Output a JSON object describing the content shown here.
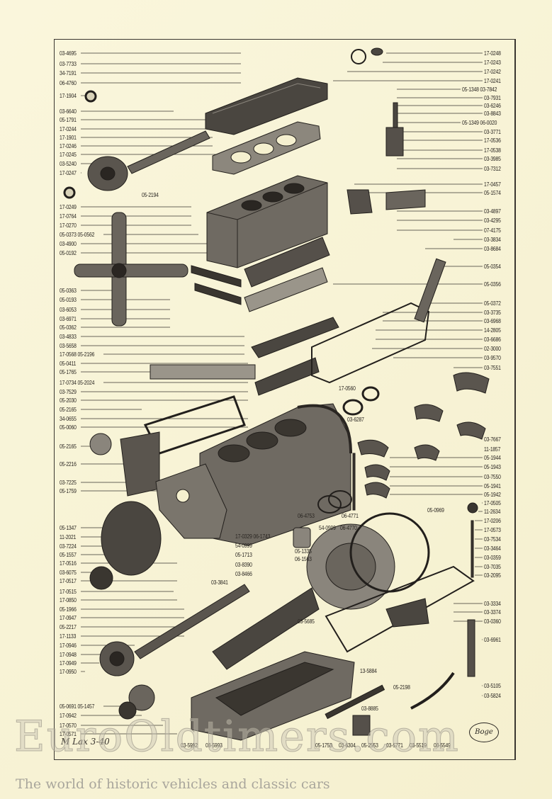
{
  "diagram": {
    "left_labels": [
      "03-4695",
      "03-7733",
      "34-7191",
      "06-4760",
      "17-1904",
      "03-6640",
      "05-1791",
      "17-0244",
      "17-1901",
      "17-0246",
      "17-0245",
      "03-5240",
      "17-0247",
      "17-0249",
      "17-0764",
      "17-0270",
      "05-0373 05-0562",
      "03-4900",
      "05-0192",
      "05-0363",
      "05-0193",
      "03-6053",
      "03-6971",
      "05-0362",
      "03-4833",
      "03-5658",
      "17-0568 05-2196",
      "05-0411",
      "05-1765",
      "17-0734 05-2024",
      "03-7529",
      "05-2030",
      "05-2165",
      "34-0655",
      "05-0060",
      "05-2165",
      "05-2216",
      "03-7225",
      "05-1759",
      "05-1347",
      "11-2021",
      "03-7224",
      "05-1557",
      "17-0516",
      "03-6075",
      "17-0517",
      "17-0515",
      "17-0850",
      "05-1966",
      "17-0947",
      "05-2217",
      "17-1133",
      "17-0946",
      "17-0948",
      "17-0949",
      "17-0950",
      "05-0691 05-1457",
      "17-0942",
      "17-0570",
      "17-0571"
    ],
    "right_labels": [
      "17-0248",
      "17-0243",
      "17-0242",
      "17-0241",
      "05-1348 03-7842",
      "03-7931",
      "03-6246",
      "03-8843",
      "05-1349 06-0020",
      "03-3771",
      "17-0536",
      "17-0538",
      "03-3985",
      "03-7312",
      "17-0457",
      "05-1574",
      "03-4897",
      "03-4295",
      "07-4175",
      "03-3834",
      "03-8684",
      "05-0354",
      "05-0356",
      "05-0372",
      "03-3735",
      "03-6968",
      "14-2805",
      "03-6686",
      "02-3000",
      "03-9570",
      "03-7551",
      "03-7667",
      "11-1857",
      "05-1944",
      "05-1943",
      "03-7550",
      "05-1941",
      "05-1942",
      "17-0505",
      "11-2634",
      "17-0206",
      "17-0573",
      "03-7534",
      "03-3464",
      "03-0359",
      "03-7035",
      "03-2095",
      "03-3334",
      "03-3374",
      "03-0360",
      "03-6961",
      "03-5105",
      "03-5824"
    ],
    "center_labels": [
      "05-2194",
      "17-0560",
      "03-6287",
      "05-0969",
      "06-4753",
      "06-4771",
      "54-0999",
      "06-4770",
      "17-0329 06-1743",
      "54-0999",
      "05-1713",
      "03-8390",
      "03-8466",
      "05-1335",
      "06-1563",
      "03-3841",
      "03-5685",
      "13-5884",
      "05-2198",
      "03-8885"
    ],
    "bottom_labels": [
      "03-5992",
      "03-5993",
      "05-1753",
      "03-6304",
      "05-2553",
      "03-5771",
      "03-5519",
      "03-5549"
    ],
    "signature": "M Lax 3-40",
    "logo_text": "Boge"
  },
  "watermark": {
    "brand": "EuroOldtimers.com",
    "tagline": "The world of historic vehicles and classic cars"
  }
}
